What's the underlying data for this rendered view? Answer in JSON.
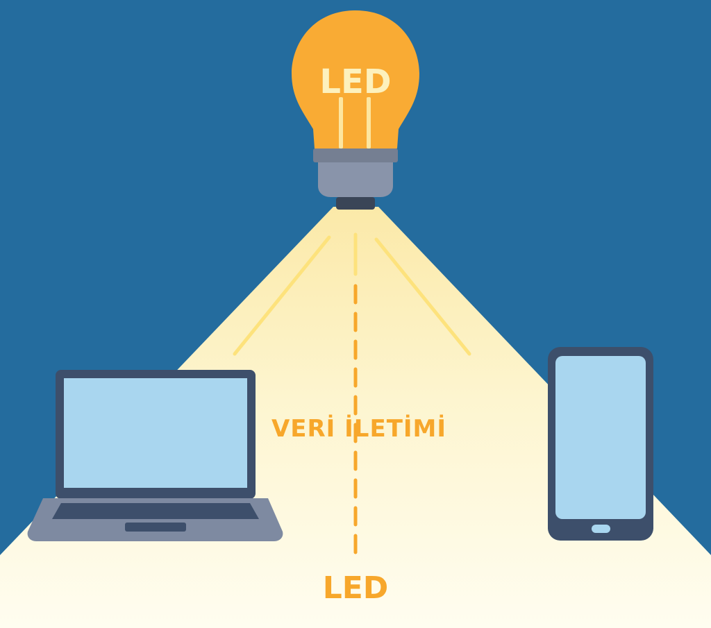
{
  "bulb": {
    "label": "LED"
  },
  "transmission": {
    "label": "VERİ İLETİMİ"
  },
  "footer": {
    "label": "LED"
  },
  "colors": {
    "background": "#246c9e",
    "light_beam": "#fffde9",
    "bulb_glass": "#f9ab34",
    "accent_text": "#f7a72b",
    "device_frame": "#3d4f6b",
    "device_screen": "#a9d6ef"
  }
}
